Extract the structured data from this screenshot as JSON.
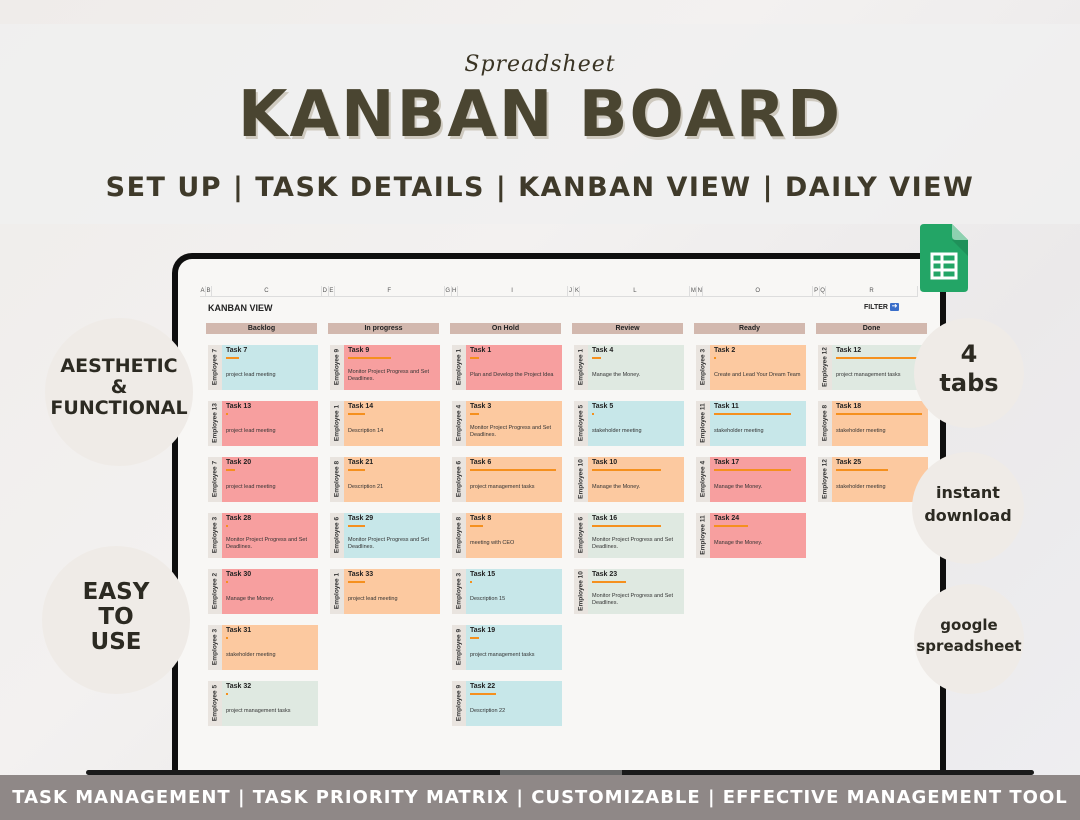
{
  "hero": {
    "script": "Spreadsheet",
    "title": "KANBAN BOARD",
    "subtitle": "SET UP | TASK DETAILS | KANBAN VIEW | DAILY VIEW"
  },
  "sheet": {
    "column_letters": [
      "A",
      "B",
      "C",
      "D",
      "E",
      "F",
      "G",
      "H",
      "I",
      "J",
      "K",
      "L",
      "M",
      "N",
      "O",
      "P",
      "Q",
      "R"
    ],
    "title": "KANBAN VIEW",
    "filter_label": "FILTER",
    "filter_icon": "arrow-right-icon",
    "columns": [
      {
        "label": "Backlog",
        "cards": [
          {
            "employee": "Employee 7",
            "task": "Task 7",
            "progress": 0.15,
            "desc": "project lead meeting",
            "color": "blue"
          },
          {
            "employee": "Employee 13",
            "task": "Task 13",
            "progress": 0.0,
            "desc": "project lead meeting",
            "color": "red"
          },
          {
            "employee": "Employee 7",
            "task": "Task 20",
            "progress": 0.1,
            "desc": "project lead meeting",
            "color": "red"
          },
          {
            "employee": "Employee 3",
            "task": "Task 28",
            "progress": 0.0,
            "desc": "Monitor Project Progress and Set Deadlines.",
            "color": "red"
          },
          {
            "employee": "Employee 2",
            "task": "Task 30",
            "progress": 0.0,
            "desc": "Manage the Money.",
            "color": "red"
          },
          {
            "employee": "Employee 3",
            "task": "Task 31",
            "progress": 0.0,
            "desc": "stakeholder meeting",
            "color": "orange"
          },
          {
            "employee": "Employee 5",
            "task": "Task 32",
            "progress": 0.0,
            "desc": "project management tasks",
            "color": "green"
          }
        ]
      },
      {
        "label": "In progress",
        "cards": [
          {
            "employee": "Employee 9",
            "task": "Task 9",
            "progress": 0.5,
            "desc": "Monitor Project Progress and Set Deadlines.",
            "color": "red"
          },
          {
            "employee": "Employee 1",
            "task": "Task 14",
            "progress": 0.2,
            "desc": "Description 14",
            "color": "orange"
          },
          {
            "employee": "Employee 8",
            "task": "Task 21",
            "progress": 0.2,
            "desc": "Description 21",
            "color": "orange"
          },
          {
            "employee": "Employee 6",
            "task": "Task 29",
            "progress": 0.2,
            "desc": "Monitor Project Progress and Set Deadlines.",
            "color": "blue"
          },
          {
            "employee": "Employee 1",
            "task": "Task 33",
            "progress": 0.2,
            "desc": "project lead meeting",
            "color": "orange"
          }
        ]
      },
      {
        "label": "On Hold",
        "cards": [
          {
            "employee": "Employee 1",
            "task": "Task 1",
            "progress": 0.1,
            "desc": "Plan and Develop the Project Idea",
            "color": "red"
          },
          {
            "employee": "Employee 4",
            "task": "Task 3",
            "progress": 0.1,
            "desc": "Monitor Project Progress and Set Deadlines.",
            "color": "orange"
          },
          {
            "employee": "Employee 6",
            "task": "Task 6",
            "progress": 1.0,
            "desc": "project management tasks",
            "color": "orange"
          },
          {
            "employee": "Employee 8",
            "task": "Task 8",
            "progress": 0.15,
            "desc": "meeting with CEO",
            "color": "orange"
          },
          {
            "employee": "Employee 3",
            "task": "Task 15",
            "progress": 0.02,
            "desc": "Description 15",
            "color": "blue"
          },
          {
            "employee": "Employee 9",
            "task": "Task 19",
            "progress": 0.1,
            "desc": "project management tasks",
            "color": "blue"
          },
          {
            "employee": "Employee 9",
            "task": "Task 22",
            "progress": 0.3,
            "desc": "Description 22",
            "color": "blue"
          }
        ]
      },
      {
        "label": "Review",
        "cards": [
          {
            "employee": "Employee 1",
            "task": "Task 4",
            "progress": 0.1,
            "desc": "Manage the Money.",
            "color": "green"
          },
          {
            "employee": "Employee 5",
            "task": "Task 5",
            "progress": 0.0,
            "desc": "stakeholder meeting",
            "color": "blue"
          },
          {
            "employee": "Employee 10",
            "task": "Task 10",
            "progress": 0.8,
            "desc": "Manage the Money.",
            "color": "orange"
          },
          {
            "employee": "Employee 6",
            "task": "Task 16",
            "progress": 0.8,
            "desc": "Monitor Project Progress and Set Deadlines.",
            "color": "green"
          },
          {
            "employee": "Employee 10",
            "task": "Task 23",
            "progress": 0.4,
            "desc": "Monitor Project Progress and Set Deadlines.",
            "color": "green"
          }
        ]
      },
      {
        "label": "Ready",
        "cards": [
          {
            "employee": "Employee 3",
            "task": "Task 2",
            "progress": 0.0,
            "desc": "Create and Lead Your Dream Team",
            "color": "orange"
          },
          {
            "employee": "Employee 11",
            "task": "Task 11",
            "progress": 0.9,
            "desc": "stakeholder meeting",
            "color": "blue"
          },
          {
            "employee": "Employee 4",
            "task": "Task 17",
            "progress": 0.9,
            "desc": "Manage the Money.",
            "color": "red"
          },
          {
            "employee": "Employee 11",
            "task": "Task 24",
            "progress": 0.4,
            "desc": "Manage the Money.",
            "color": "red"
          }
        ]
      },
      {
        "label": "Done",
        "cards": [
          {
            "employee": "Employee 12",
            "task": "Task 12",
            "progress": 1.0,
            "desc": "project management tasks",
            "color": "green"
          },
          {
            "employee": "Employee 8",
            "task": "Task 18",
            "progress": 1.0,
            "desc": "stakeholder meeting",
            "color": "orange"
          },
          {
            "employee": "Employee 12",
            "task": "Task 25",
            "progress": 0.6,
            "desc": "stakeholder meeting",
            "color": "orange"
          }
        ]
      }
    ]
  },
  "badges": {
    "aesthetic": [
      "AESTHETIC",
      "&",
      "FUNCTIONAL"
    ],
    "easy": [
      "EASY",
      "TO",
      "USE"
    ],
    "tabs": [
      "4",
      "tabs"
    ],
    "instant": [
      "instant",
      "download"
    ],
    "google": [
      "google",
      "spreadsheet"
    ]
  },
  "sheets_icon": "google-sheets-icon",
  "footer": "TASK MANAGEMENT | TASK PRIORITY MATRIX | CUSTOMIZABLE | EFFECTIVE MANAGEMENT TOOL",
  "colors": {
    "title": "#4a4531",
    "column_header": "#d2b8ae",
    "card_blue": "#c7e7e9",
    "card_red": "#f79f9f",
    "card_orange": "#fcc9a0",
    "card_green": "#dfe9e1",
    "progress_bar": "#f5901e",
    "footer_bg": "#8f8887",
    "sheets_green": "#23a566"
  }
}
